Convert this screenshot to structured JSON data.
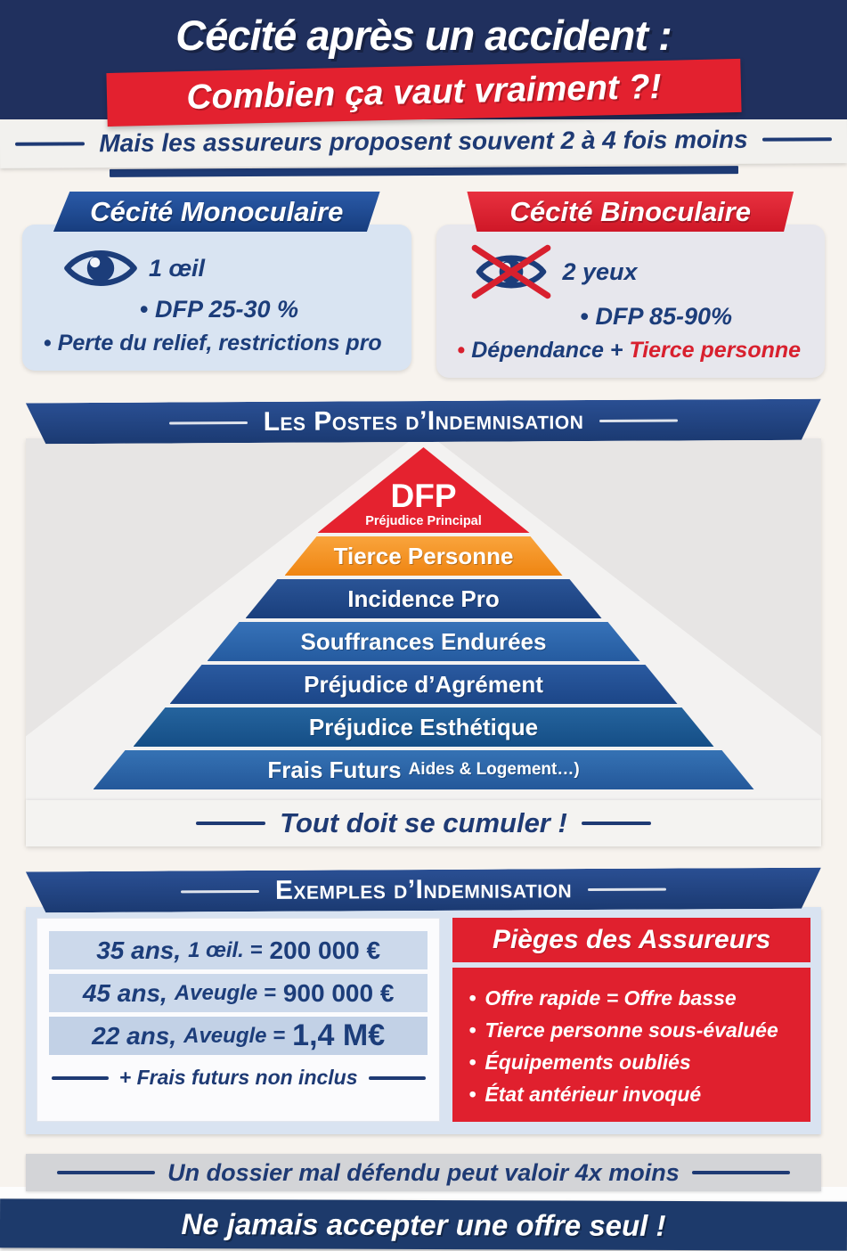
{
  "palette": {
    "navy_dark": "#20305e",
    "navy_text": "#1e3a74",
    "blue_banner": "#1c4a94",
    "red": "#e0212f",
    "orange": "#f59120",
    "card_blue_bg": "#d9e4f2",
    "card_grey_bg": "#e7e7ed",
    "pyramid_panel_grey": "#e7e5e4",
    "examples_panel_blue": "#d9e3f1",
    "example_row_blue": "#ccd9eb",
    "footer_grey": "#d3d4d7"
  },
  "header": {
    "title": "Cécité après un accident :",
    "banner": "Combien ça vaut vraiment ?!",
    "tagline_regular": "Mais les assureurs proposent souvent 2 à ",
    "tagline_bold": "4 fois moins"
  },
  "cards": {
    "bullet": "•",
    "monoculaire": {
      "title": "Cécité Monoculaire",
      "eye_label": "1 œil",
      "dfp": "DFP 25-30 %",
      "note": "Perte du relief, restrictions pro"
    },
    "binoculaire": {
      "title": "Cécité Binoculaire",
      "eye_label": "2 yeux",
      "dfp": "DFP 85-90%",
      "note_prefix": "Dépendance + ",
      "note_highlight": "Tierce personne"
    }
  },
  "pyramid": {
    "banner": "Les Postes d’Indemnisation",
    "top": {
      "label": "DFP",
      "sublabel": "Préjudice Principal",
      "color": "#e5222f"
    },
    "layers": [
      {
        "label": "Tierce Personne",
        "color": "#f59120"
      },
      {
        "label": "Incidence Pro",
        "color": "#1d4e91"
      },
      {
        "label": "Souffrances Endurées",
        "color": "#2b6cb4"
      },
      {
        "label": "Préjudice d’Agrément",
        "color": "#1f4d8e"
      },
      {
        "label": "Préjudice Esthétique",
        "color": "#1a5b94"
      },
      {
        "label": "Frais Futurs",
        "sublabel": "Aides & Logement…)",
        "color": "#2f6fb2"
      }
    ],
    "footer": "Tout doit se cumuler !"
  },
  "examples": {
    "banner": "Exemples d’Indemnisation",
    "rows": [
      {
        "age": "35 ans,",
        "condition": "1 œil. =",
        "value": "200 000 €"
      },
      {
        "age": "45 ans,",
        "condition": "Aveugle =",
        "value": "900 000 €"
      },
      {
        "age": "22 ans,",
        "condition": "Aveugle =",
        "value": "1,4 M€"
      }
    ],
    "note": "+ Frais futurs non inclus"
  },
  "pieges": {
    "title": "Pièges des Assureurs",
    "bullet": "•",
    "bullets": [
      "Offre rapide = Offre basse",
      "Tierce personne sous-évaluée",
      "Équipements oubliés",
      "État antérieur invoqué"
    ]
  },
  "footer": {
    "warning_part1": "Un dossier ",
    "warning_part2": "mal défendu peut ",
    "warning_part3": "valoir 4x moins",
    "final": "Ne jamais accepter une offre seul !"
  }
}
